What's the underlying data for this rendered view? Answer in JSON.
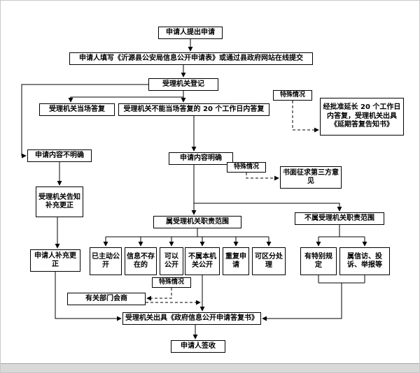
{
  "colors": {
    "line": "#000000",
    "background": "#ffffff",
    "chrome_bar": "#d9d9d9"
  },
  "flowchart": {
    "boxes": {
      "submit": "申请人提出申请",
      "fillform": "申请人填写《沂源县公安局信息公开申请表》或通过县政府网站在线提交",
      "register": "受理机关登记",
      "onspot": "受理机关当场答复",
      "cannot": "受理机关不能当场答复的 20 个工作日内答复",
      "special1": "特殊情况",
      "extend": "经批准延长 20 个工作日内答复，受理机关出具《延期答复告知书》",
      "unclear": "申请内容不明确",
      "clear": "申请内容明确",
      "special2": "特殊情况",
      "thirdparty": "书面征求第三方意见",
      "inform": "受理机关告知补充更正",
      "inscope": "属受理机关职责范围",
      "outscope": "不属受理机关职责范围",
      "supplement": "申请人补充更正",
      "already": "已主动公开",
      "notexist": "信息不存在的",
      "can": "可以公开",
      "notthis": "不属本机关公开",
      "repeat": "重复申请",
      "distinguish": "可区分处理",
      "specialrule": "有特别规定",
      "petition": "属信访、投诉、举报等",
      "special3": "特殊情况",
      "consult": "有关部门会商",
      "issue": "受理机关出具《政府信息公开申请答复书》",
      "sign": "申请人签收"
    }
  }
}
